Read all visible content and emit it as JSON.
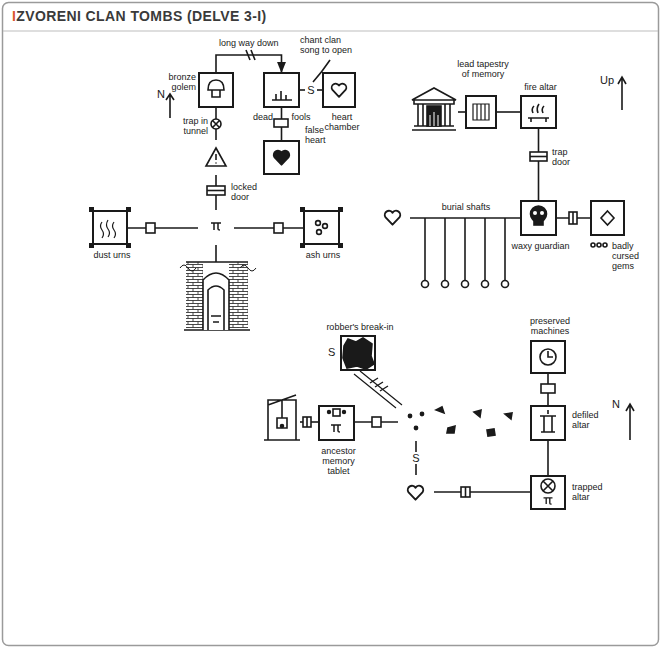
{
  "diagram": {
    "title": "IZVORENI CLAN TOMBS (DELVE 3-I)",
    "nodes": [
      {
        "text": [
          "bronze golem"
        ]
      },
      {
        "text": [
          "dead fools"
        ]
      },
      {
        "text": [
          "heart chamber"
        ]
      },
      {
        "text": [
          "false heart"
        ]
      },
      {
        "text": [
          "dust urns"
        ]
      },
      {
        "text": [
          "ash urns"
        ]
      },
      {
        "text": [
          "lead tapestry of memory"
        ]
      },
      {
        "text": [
          "fire altar"
        ]
      },
      {
        "text": [
          "waxy guardian"
        ]
      },
      {
        "text": [
          "badly cursed gems"
        ]
      },
      {
        "text": [
          "robber's break-in"
        ]
      },
      {
        "text": [
          "preserved machines"
        ]
      },
      {
        "text": [
          "ancestor memory tablet"
        ]
      },
      {
        "text": [
          "defiled altar"
        ]
      },
      {
        "text": [
          "trapped altar"
        ]
      }
    ],
    "edges": [
      {
        "from": 0,
        "to": 1,
        "label": "long way down",
        "arrow": "to"
      },
      {
        "from": 1,
        "to": 2,
        "label": "S",
        "arrow": "none"
      },
      {
        "from": 1,
        "to": 3,
        "arrow": "none"
      },
      {
        "from": 6,
        "to": 7,
        "arrow": "none"
      },
      {
        "from": 7,
        "to": 8,
        "arrow": "none"
      },
      {
        "from": 8,
        "to": 9,
        "arrow": "none"
      },
      {
        "from": 11,
        "to": 13,
        "arrow": "none"
      },
      {
        "from": 13,
        "to": 14,
        "arrow": "none"
      }
    ],
    "labels": [
      "chant clan song to open",
      "trap in tunnel",
      "locked door",
      "N",
      "Up",
      "trap door",
      "burial shafts",
      "S",
      "N",
      "S"
    ]
  }
}
